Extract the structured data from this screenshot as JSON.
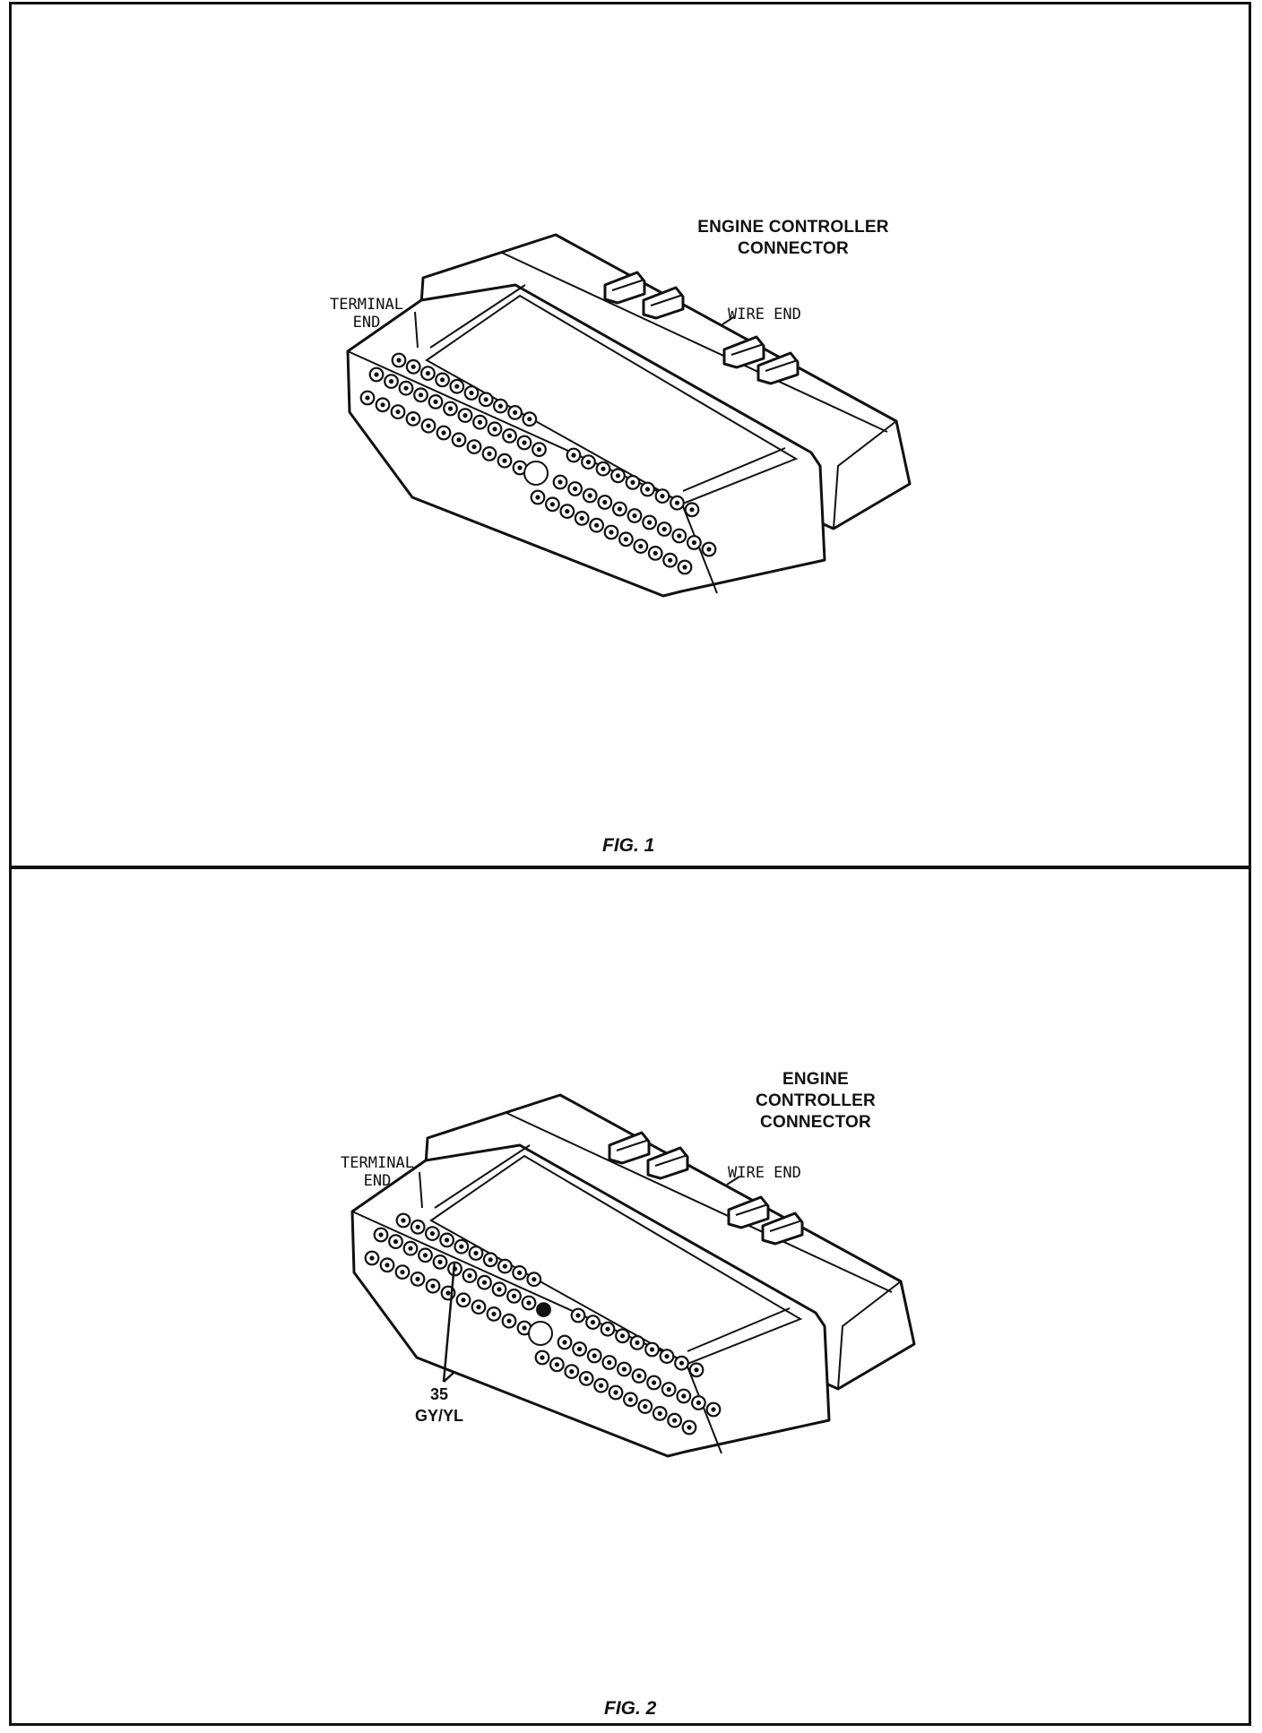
{
  "figure1": {
    "title_line1": "ENGINE CONTROLLER",
    "title_line2": "CONNECTOR",
    "terminal_end_line1": "TERMINAL",
    "terminal_end_line2": "END",
    "wire_end": "WIRE END",
    "caption": "FIG. 1"
  },
  "figure2": {
    "title_line1": "ENGINE",
    "title_line2": "CONTROLLER",
    "title_line3": "CONNECTOR",
    "terminal_end_line1": "TERMINAL",
    "terminal_end_line2": "END",
    "wire_end": "WIRE END",
    "callout_pin": "35",
    "callout_color": "GY/YL",
    "caption": "FIG. 2"
  },
  "colors": {
    "ink": "#111111",
    "paper": "#ffffff",
    "highlight_pin": "#111111"
  },
  "icons": [
    "connector-drawing",
    "terminal-pin",
    "locking-tab",
    "wire-end-arrow"
  ]
}
